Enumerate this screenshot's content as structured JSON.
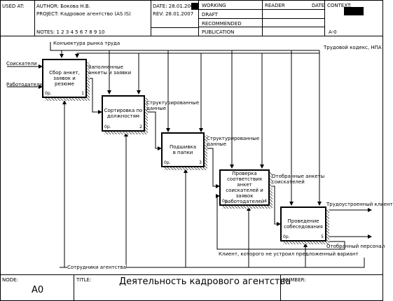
{
  "header": {
    "used_at": "USED AT:",
    "author": "AUTHOR:  Бокова Н.В.",
    "project": "PROJECT:  Кадровое агентство (AS IS)",
    "notes": "NOTES:  1  2  3  4  5  6  7  8  9  10",
    "date": "DATE: 28.01.2007",
    "rev": "REV:  28.01.2007",
    "status": [
      "WORKING",
      "DRAFT",
      "RECOMMENDED",
      "PUBLICATION"
    ],
    "reader": "READER",
    "date2": "DATE",
    "context": "CONTEXT:",
    "context_node": "A-0"
  },
  "diagram": {
    "boxes": [
      {
        "label": "Сбор анкет,\nзаявок и резюме",
        "corner": "0р.",
        "num": "1"
      },
      {
        "label": "Сортировка по\nдолжностям",
        "corner": "0р.",
        "num": "2"
      },
      {
        "label": "Подшивка\nв папки",
        "corner": "0р.",
        "num": "3"
      },
      {
        "label": "Проверка\nсоответствия\nанкет соискателей и\nзаявок работодателей",
        "corner": "0р.",
        "num": "4"
      },
      {
        "label": "Проведение\nсобеседования",
        "corner": "0р.",
        "num": "5"
      }
    ],
    "labels": {
      "control_top": "Конъюктура рынка труда",
      "control_right": "Трудовой кодекс, НПА",
      "input_1": "Соискатели",
      "input_2": "Работодатели",
      "out_1": "Заполненные\nанкеты и заявки",
      "out_2": "Структурированные\nданные",
      "out_3": "Структурированные\nданные",
      "out_4": "Отобранные анкеты\nсоискателей",
      "out_5a": "Трудоустроенный клиент",
      "out_5b": "Отобранный персонал",
      "feedback": "Клиент, которого не устроил предложенный вариант",
      "mechanism": "Сотрудники агентства"
    }
  },
  "footer": {
    "node_label": "NODE:",
    "node_value": "A0",
    "title_label": "TITLE:",
    "title_value": "Деятельность кадрового агентства",
    "number_label": "NUMBER:"
  }
}
